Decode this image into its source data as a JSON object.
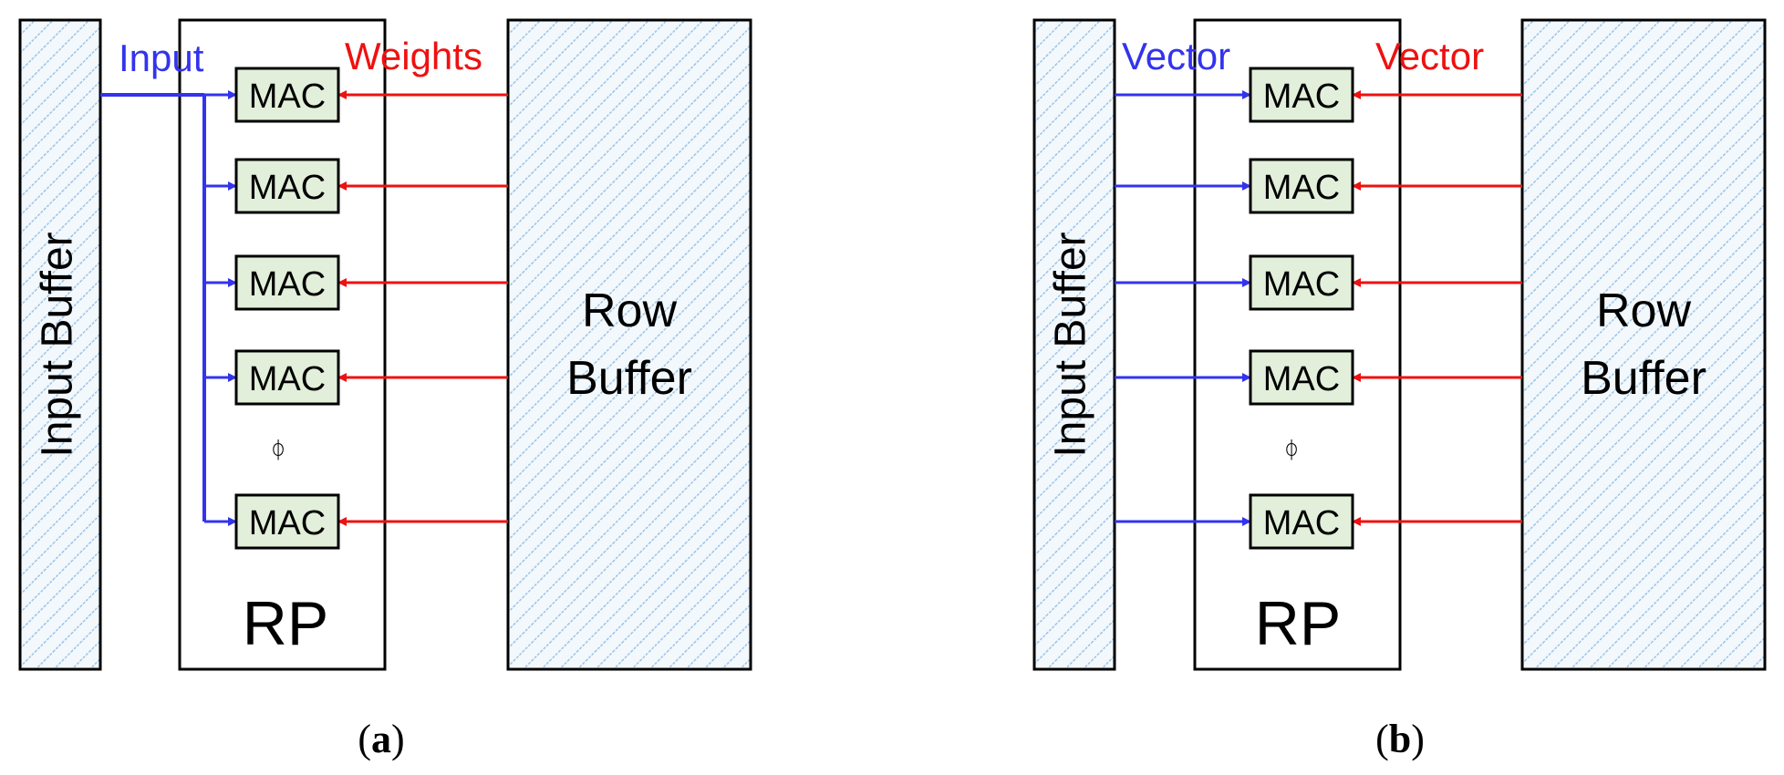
{
  "colors": {
    "hatch_line": "#9ec3e6",
    "hatch_bg": "#f2f8fc",
    "mac_fill": "#e2efda",
    "blue": "#3333ee",
    "red": "#ee1111",
    "black": "#000000"
  },
  "panel_a": {
    "input_buffer_label": "Input Buffer",
    "rp_label": "RP",
    "row_buffer_line1": "Row",
    "row_buffer_line2": "Buffer",
    "blue_label": "Input",
    "red_label": "Weights",
    "mac_label": "MAC",
    "ellipsis_glyph": "ᛰ",
    "caption_open": "(",
    "caption_letter": "a",
    "caption_close": ")"
  },
  "panel_b": {
    "input_buffer_label": "Input Buffer",
    "rp_label": "RP",
    "row_buffer_line1": "Row",
    "row_buffer_line2": "Buffer",
    "blue_label": "Vector",
    "red_label": "Vector",
    "mac_label": "MAC",
    "ellipsis_glyph": "ᛰ",
    "caption_open": "(",
    "caption_letter": "b",
    "caption_close": ")"
  }
}
